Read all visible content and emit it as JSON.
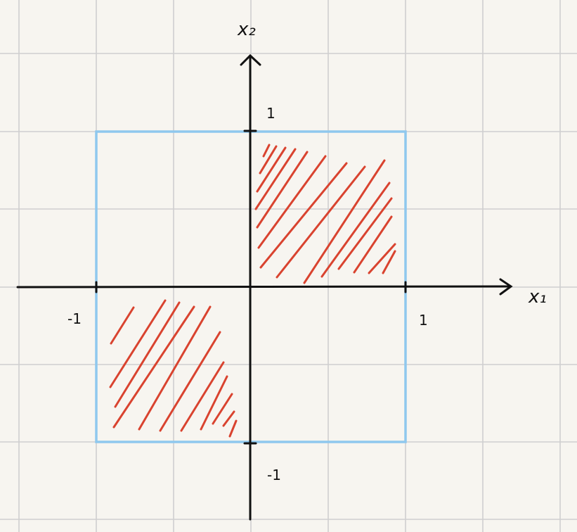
{
  "diagram": {
    "axes": {
      "x_label": "x₁",
      "y_label": "x₂",
      "x_ticks": [
        {
          "value": -1,
          "label": "-1"
        },
        {
          "value": 1,
          "label": "1"
        }
      ],
      "y_ticks": [
        {
          "value": 1,
          "label": "1"
        },
        {
          "value": -1,
          "label": "-1"
        }
      ]
    },
    "square": {
      "x_range": [
        -1,
        1
      ],
      "y_range": [
        -1,
        1
      ]
    },
    "shaded_regions": [
      {
        "name": "shaded-region-quadrant-1",
        "x_range": [
          0,
          1
        ],
        "y_range": [
          0,
          1
        ]
      },
      {
        "name": "shaded-region-quadrant-3",
        "x_range": [
          -1,
          0
        ],
        "y_range": [
          -1,
          0
        ]
      }
    ],
    "colors": {
      "background": "#f7f5f0",
      "grid": "#cfcfcf",
      "axis": "#111111",
      "square": "#8fc8ee",
      "hatch": "#d9432f"
    }
  }
}
